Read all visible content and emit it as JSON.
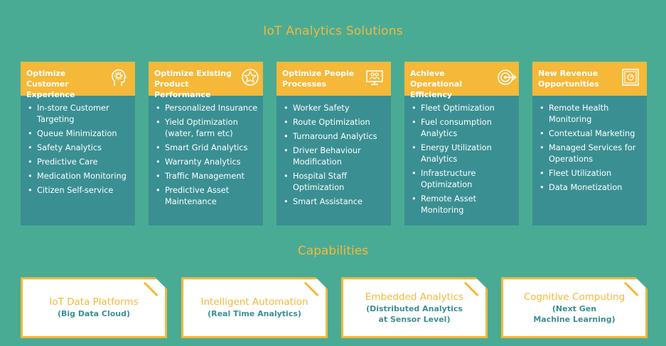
{
  "title": "IoT Analytics Solutions",
  "capabilities_title": "Capabilities",
  "colors": {
    "background": "#4aab95",
    "accent": "#f5b838",
    "panel": "#3a8f93"
  },
  "columns": [
    {
      "head": [
        "Optimize Customer",
        "Experience"
      ],
      "icon": "head-gear-icon",
      "items": [
        "In-store Customer Targeting",
        "Queue Minimization",
        "Safety Analytics",
        "Predictive Care",
        "Medication Monitoring",
        "Citizen Self-service"
      ]
    },
    {
      "head": [
        "Optimize Existing",
        "Product Performance"
      ],
      "icon": "star-badge-icon",
      "items": [
        "Personalized Insurance",
        "Yield Optimization (water, farm etc)",
        "Smart Grid Analytics",
        "Warranty Analytics",
        "Traffic Management",
        "Predictive Asset Maintenance"
      ]
    },
    {
      "head": [
        "Optimize People",
        "Processes"
      ],
      "icon": "people-monitor-icon",
      "items": [
        "Worker Safety",
        "Route Optimization",
        "Turnaround Analytics",
        "Driver Behaviour Modification",
        "Hospital Staff Optimization",
        "Smart Assistance"
      ]
    },
    {
      "head": [
        "Achieve Operational",
        "Efficiency"
      ],
      "icon": "target-arrow-icon",
      "items": [
        "Fleet Optimization",
        "Fuel consumption Analytics",
        "Energy Utilization Analytics",
        "Infrastructure Optimization",
        "Remote Asset Monitoring"
      ]
    },
    {
      "head": [
        "New Revenue",
        "Opportunities"
      ],
      "icon": "safe-icon",
      "items": [
        "Remote Health Monitoring",
        "Contextual Marketing",
        "Managed Services for Operations",
        "Fleet Utilization",
        "Data Monetization"
      ]
    }
  ],
  "capabilities": [
    {
      "name": "IoT Data Platforms",
      "sub": [
        "(Big Data Cloud)"
      ]
    },
    {
      "name": "Intelligent Automation",
      "sub": [
        "(Real Time Analytics)"
      ]
    },
    {
      "name": "Embedded Analytics",
      "sub": [
        "(Distributed Analytics",
        "at Sensor Level)"
      ]
    },
    {
      "name": "Cognitive Computing",
      "sub": [
        "(Next Gen",
        "Machine Learning)"
      ]
    }
  ]
}
